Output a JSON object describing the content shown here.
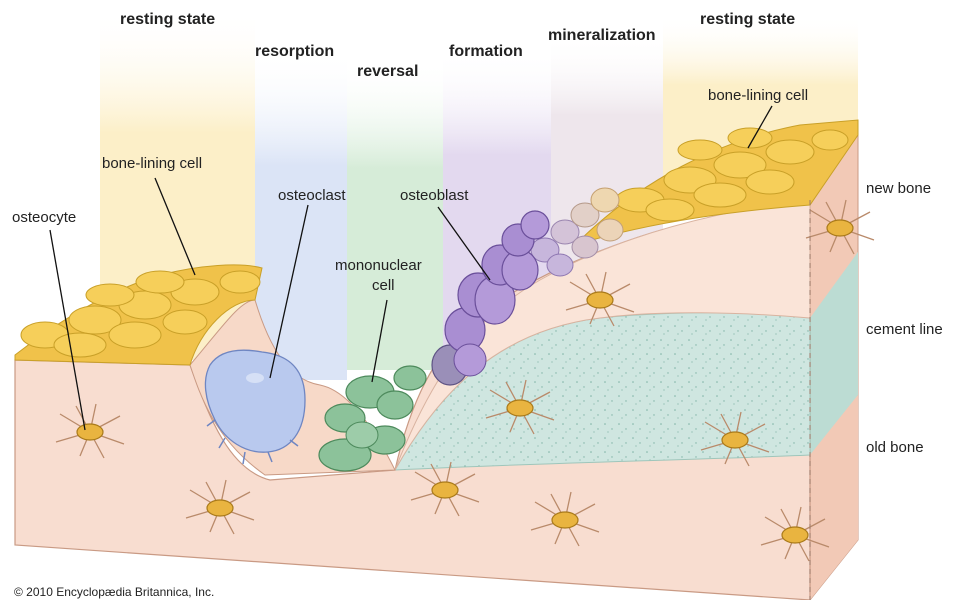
{
  "stages": [
    {
      "id": "resting-left",
      "title": "resting state",
      "color": "#fcefc8"
    },
    {
      "id": "resorption",
      "title": "resorption",
      "color": "#dbe4f6"
    },
    {
      "id": "reversal",
      "title": "reversal",
      "color": "#d6ecd8"
    },
    {
      "id": "formation",
      "title": "formation",
      "color": "#e3d9ef"
    },
    {
      "id": "mineralization",
      "title": "mineralization",
      "color": "#eee6ec"
    },
    {
      "id": "resting-right",
      "title": "resting state",
      "color": "#fcefc8"
    }
  ],
  "labels": {
    "bone_lining_left": "bone-lining cell",
    "bone_lining_right": "bone-lining cell",
    "osteocyte": "osteocyte",
    "osteoclast": "osteoclast",
    "mononuclear_line1": "mononuclear",
    "mononuclear_line2": "cell",
    "osteoblast": "osteoblast",
    "new_bone": "new bone",
    "cement_line": "cement line",
    "old_bone": "old bone"
  },
  "credit": "© 2010 Encyclopædia Britannica, Inc.",
  "colors": {
    "bone": "#f8ddd0",
    "bone_edge": "#c99a84",
    "lining_cell": "#f6cf5a",
    "lining_cell_edge": "#c9a028",
    "cement": "#c9e2dc",
    "osteoclast": "#b9c9ee",
    "mononuclear": "#8cc29a",
    "osteoblast": "#a98ed2",
    "osteocyte": "#e9b440"
  }
}
